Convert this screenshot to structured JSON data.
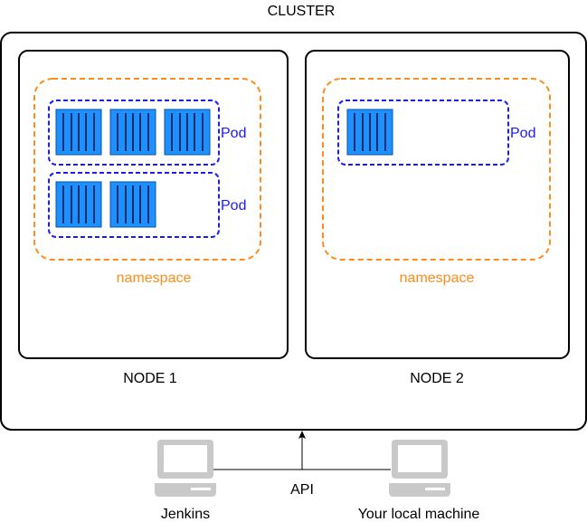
{
  "cluster": {
    "label": "CLUSTER"
  },
  "nodes": [
    {
      "label": "NODE 1",
      "namespace_label": "namespace",
      "pods": [
        {
          "label": "Pod",
          "containers": 3
        },
        {
          "label": "Pod",
          "containers": 2
        }
      ]
    },
    {
      "label": "NODE 2",
      "namespace_label": "namespace",
      "pods": [
        {
          "label": "Pod",
          "containers": 1
        }
      ]
    }
  ],
  "api": {
    "label": "API"
  },
  "clients": [
    {
      "label": "Jenkins",
      "icon": "laptop-icon"
    },
    {
      "label": "Your local machine",
      "icon": "laptop-icon"
    }
  ],
  "colors": {
    "border": "#000000",
    "namespace": "#ff8c1a",
    "pod": "#1a1aff",
    "container_fill": "#1e90ff",
    "container_stroke": "#0055aa",
    "laptop": "#c9c9c9"
  }
}
